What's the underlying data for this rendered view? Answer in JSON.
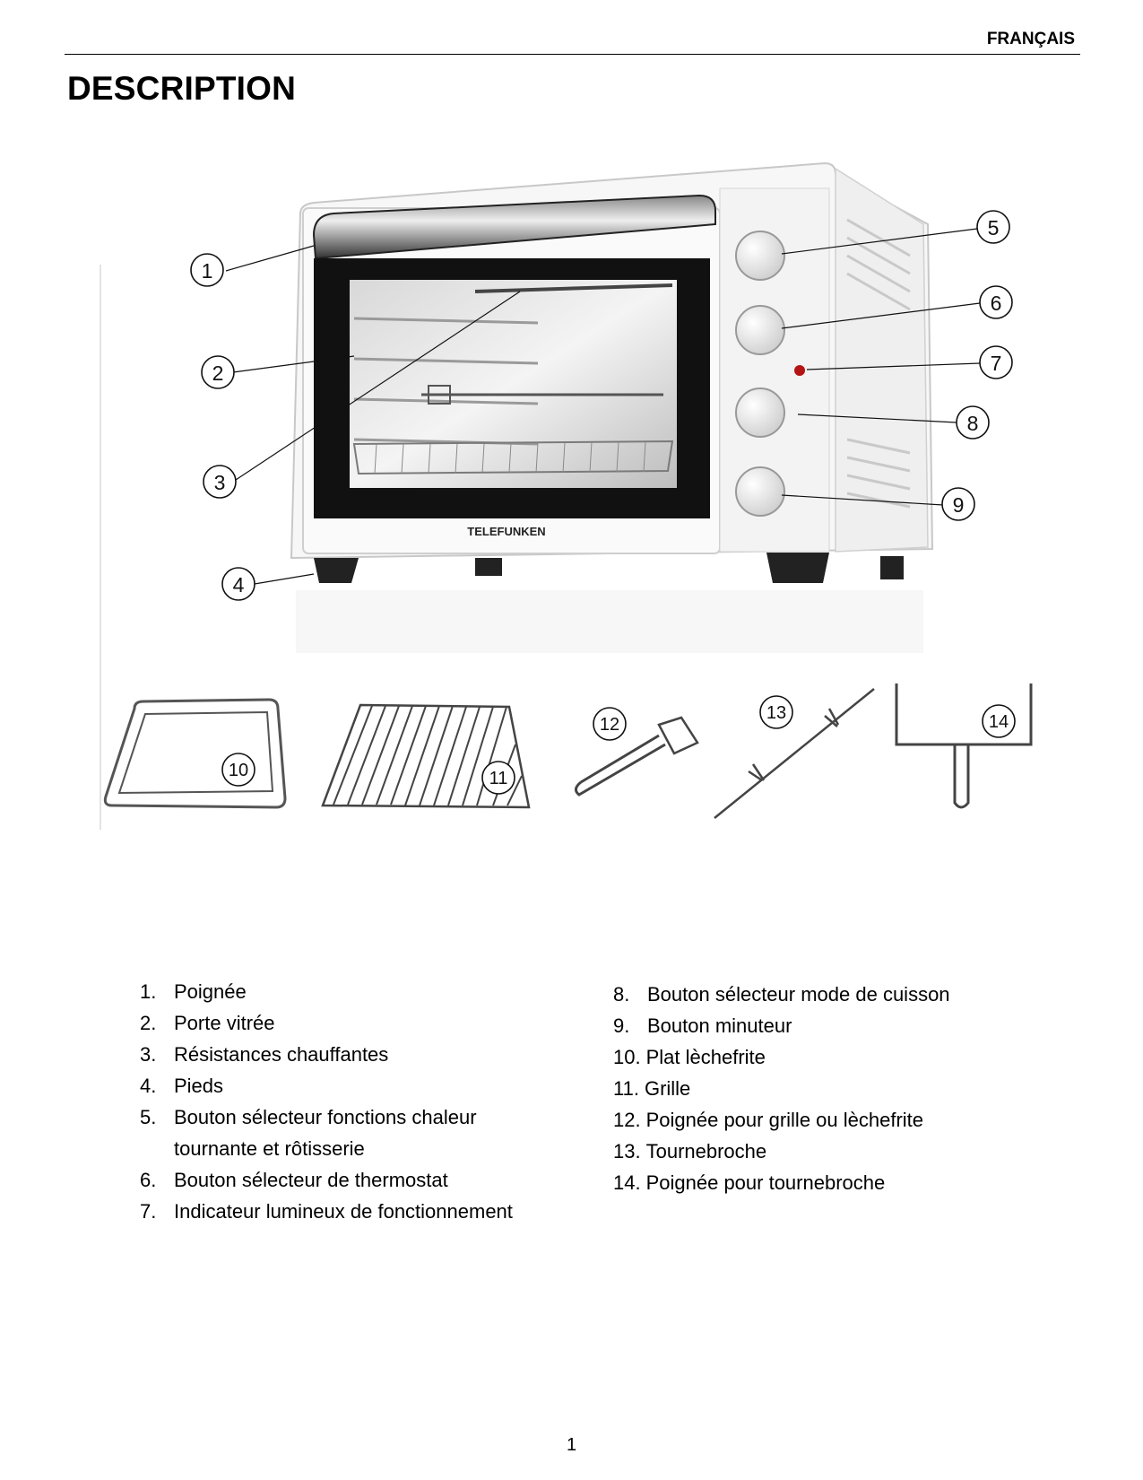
{
  "header": {
    "language": "FRANÇAIS"
  },
  "title": "DESCRIPTION",
  "illustration": {
    "brand": "TELEFUNKEN",
    "callouts": [
      "1",
      "2",
      "3",
      "4",
      "5",
      "6",
      "7",
      "8",
      "9",
      "10",
      "11",
      "12",
      "13",
      "14"
    ]
  },
  "parts_left": [
    {
      "num": "1.",
      "label": "Poignée"
    },
    {
      "num": "2.",
      "label": "Porte vitrée"
    },
    {
      "num": "3.",
      "label": "Résistances chauffantes"
    },
    {
      "num": "4.",
      "label": "Pieds"
    },
    {
      "num": "5.",
      "label": "Bouton sélecteur fonctions chaleur tournante et rôtisserie"
    },
    {
      "num": "6.",
      "label": "Bouton sélecteur de thermostat"
    },
    {
      "num": "7.",
      "label": "Indicateur lumineux de fonctionnement"
    }
  ],
  "parts_right": [
    {
      "num": "8.",
      "label": "Bouton sélecteur mode de cuisson"
    },
    {
      "num": "9.",
      "label": "Bouton minuteur"
    },
    {
      "num": "10.",
      "label": "Plat lèchefrite"
    },
    {
      "num": "11.",
      "label": "Grille"
    },
    {
      "num": "12.",
      "label": "Poignée pour grille ou lèchefrite"
    },
    {
      "num": "13.",
      "label": "Tournebroche"
    },
    {
      "num": "14.",
      "label": "Poignée pour tournebroche"
    }
  ],
  "page_number": "1"
}
